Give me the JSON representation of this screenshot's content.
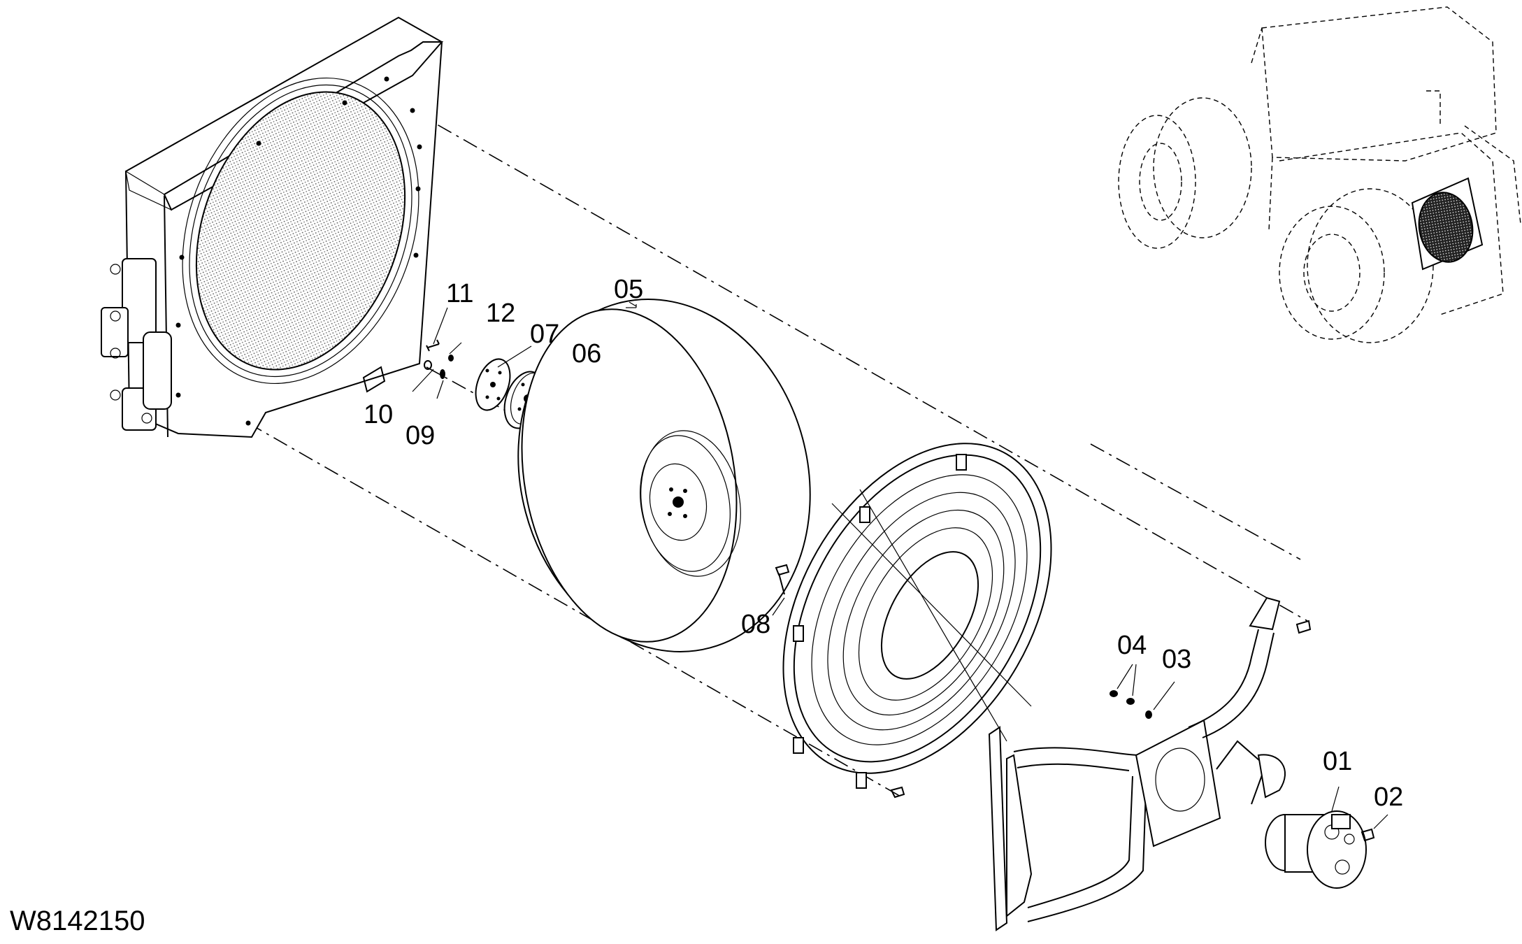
{
  "drawing": {
    "code": "W8142150"
  },
  "callouts": [
    {
      "id": "01",
      "part": "fan-motor"
    },
    {
      "id": "02",
      "part": "motor-bolt"
    },
    {
      "id": "03",
      "part": "washer"
    },
    {
      "id": "04",
      "part": "nut"
    },
    {
      "id": "05",
      "part": "fan"
    },
    {
      "id": "06",
      "part": "hub"
    },
    {
      "id": "07",
      "part": "plate"
    },
    {
      "id": "08",
      "part": "fan-bolt"
    },
    {
      "id": "09",
      "part": "spring-washer"
    },
    {
      "id": "10",
      "part": "nut"
    },
    {
      "id": "11",
      "part": "bolt"
    },
    {
      "id": "12",
      "part": "washer"
    }
  ]
}
